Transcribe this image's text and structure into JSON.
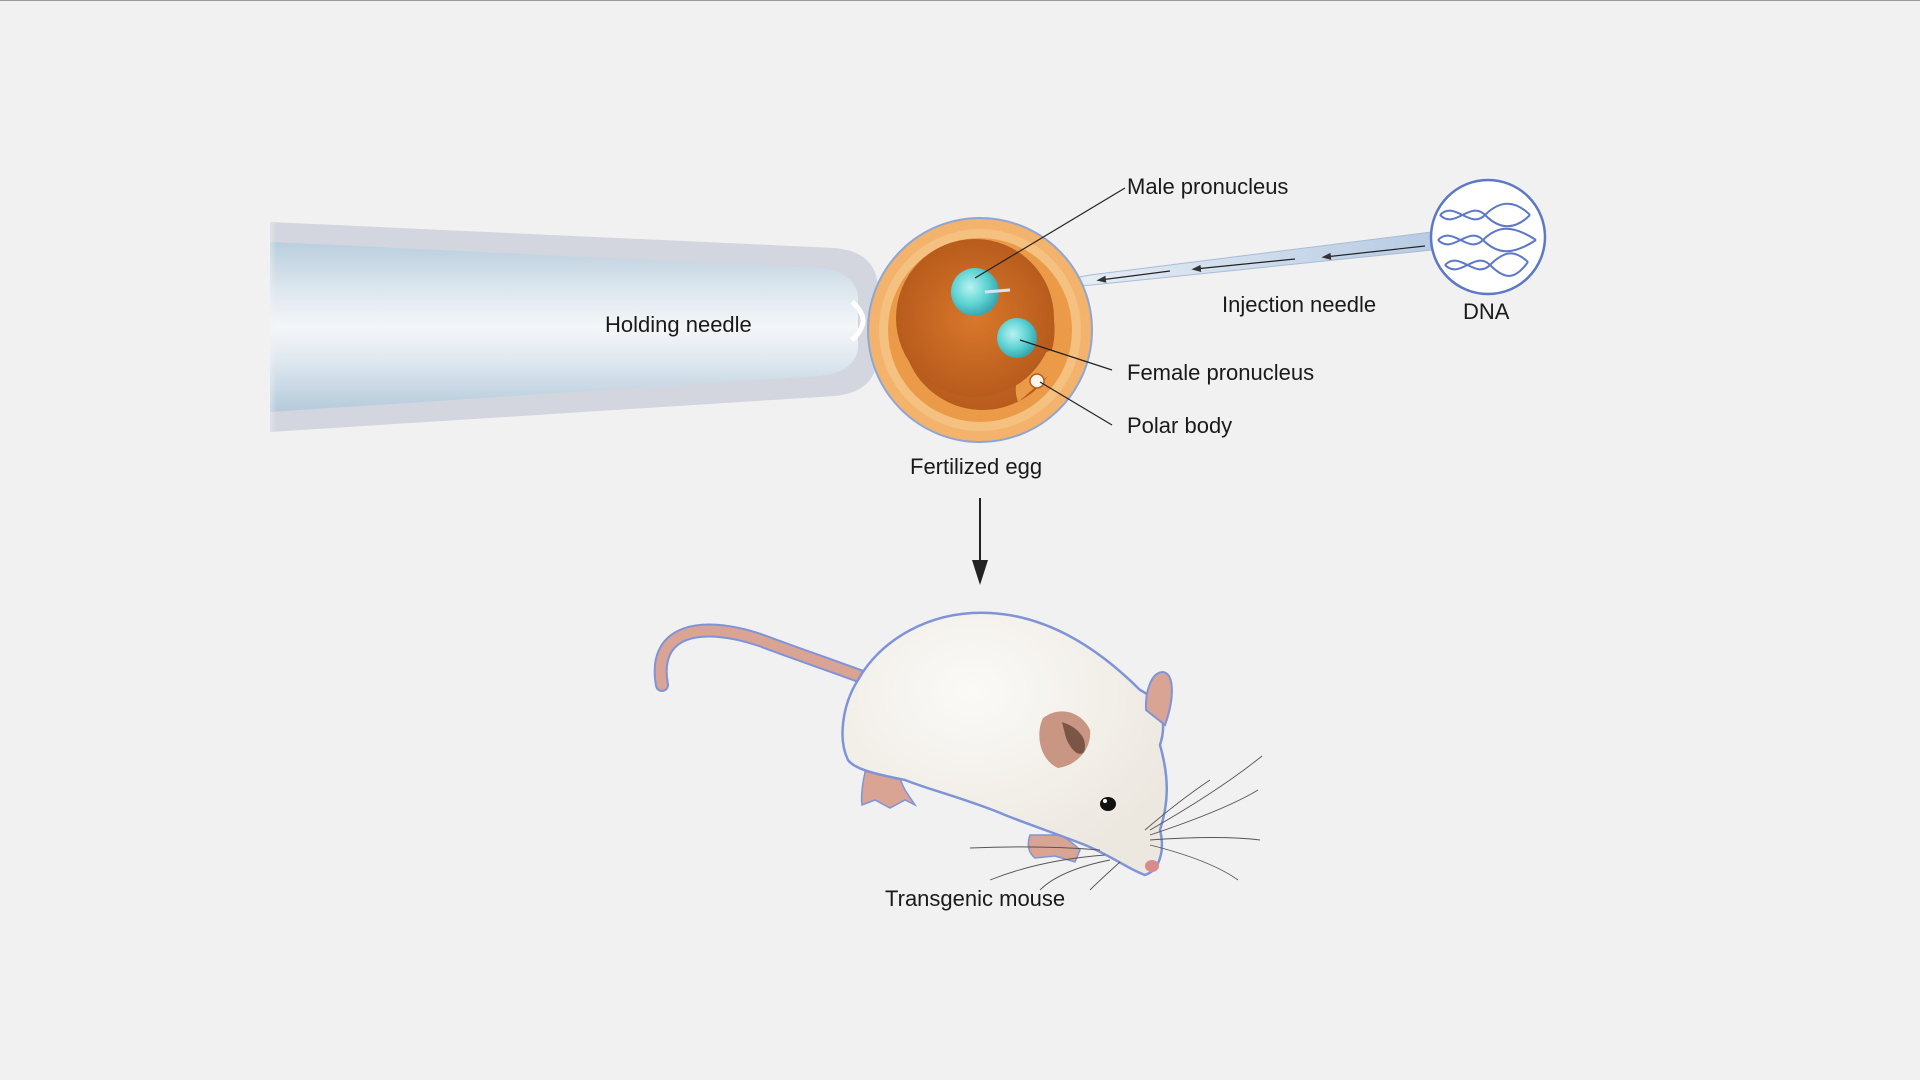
{
  "labels": {
    "holding_needle": "Holding needle",
    "male_pronucleus": "Male pronucleus",
    "female_pronucleus": "Female pronucleus",
    "polar_body": "Polar body",
    "fertilized_egg": "Fertilized egg",
    "injection_needle": "Injection needle",
    "dna": "DNA",
    "transgenic_mouse": "Transgenic mouse"
  },
  "colors": {
    "background": "#f1f1f1",
    "egg_outer": "#f3b36c",
    "egg_inner": "#c96a22",
    "pronucleus": "#5fd3d3",
    "dna_outline": "#5d78c7",
    "mouse_outline": "#7f94d8",
    "mouse_body": "#f2efea",
    "mouse_pink": "#d9a493"
  }
}
